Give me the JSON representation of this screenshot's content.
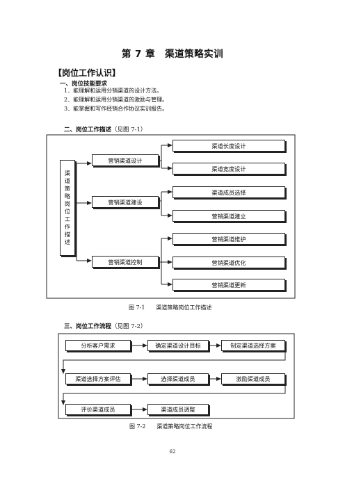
{
  "title": "第 7 章　渠道策略实训",
  "section": "【岗位工作认识】",
  "skills": {
    "heading": "一、岗位技能要求",
    "items": [
      "1．能理解和运用分销渠道的设计方法。",
      "2．能理解和运用分销渠道的激励与管理。",
      "3．能掌握和写作经销合作协议实训报告。"
    ]
  },
  "description": {
    "heading": "二、岗位工作描述",
    "note": "（见图 7-1）",
    "root_chars": [
      "渠",
      "道",
      "策",
      "略",
      "岗",
      "位",
      "工",
      "作",
      "描",
      "述"
    ],
    "level1": [
      "营销渠道设计",
      "营销渠道建设",
      "营销渠道控制"
    ],
    "level2": [
      "渠道长度设计",
      "渠道宽度设计",
      "渠道成员选择",
      "营销渠道建立",
      "营销渠道维护",
      "营销渠道优化",
      "营销渠道更新"
    ],
    "caption": "图 7-1　　渠道策略岗位工作描述"
  },
  "process": {
    "heading": "三、岗位工作流程",
    "note": "（见图 7-2）",
    "steps": [
      "分析客户需求",
      "确定渠道设计目标",
      "制定渠道选择方案",
      "渠道选择方案评估",
      "选择渠道成员",
      "激励渠道成员",
      "评价渠道成员",
      "渠道成员调整"
    ],
    "caption": "图 7-2　　渠道策略岗位工作流程"
  },
  "page_number": "62"
}
